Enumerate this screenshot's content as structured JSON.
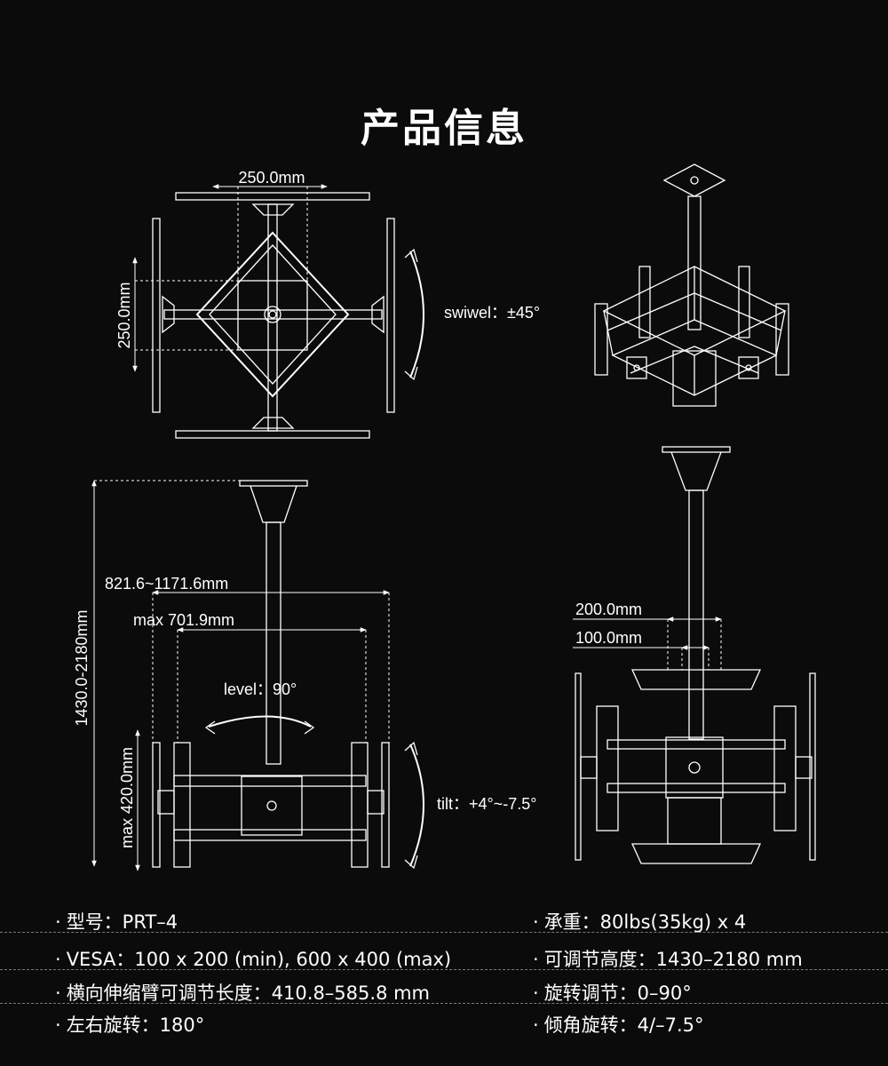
{
  "title": "产品信息",
  "colors": {
    "background": "#0b0b0b",
    "line": "#ffffff",
    "separator": "#7a7a7a"
  },
  "diagram": {
    "top_view": {
      "width_dim": "250.0mm",
      "height_dim": "250.0mm",
      "swivel": "swiwel：±45°"
    },
    "side_view": {
      "height_range": "1430.0-2180mm",
      "span": "821.6~1171.6mm",
      "max_arm": "max 701.9mm",
      "level": "level：90°",
      "max_vertical": "max 420.0mm",
      "tilt": "tilt：+4°~-7.5°"
    },
    "front_view": {
      "dim_a": "200.0mm",
      "dim_b": "100.0mm"
    }
  },
  "specs": [
    {
      "left": "型号：PRT–4",
      "right": "承重：80lbs(35kg) x 4"
    },
    {
      "left": "VESA：100 x 200 (min), 600 x 400 (max)",
      "right": "可调节高度：1430–2180 mm"
    },
    {
      "left": "横向伸缩臂可调节长度：410.8–585.8 mm",
      "right": "旋转调节：0–90°"
    },
    {
      "left": "左右旋转：180°",
      "right": "倾角旋转：4/–7.5°"
    }
  ]
}
